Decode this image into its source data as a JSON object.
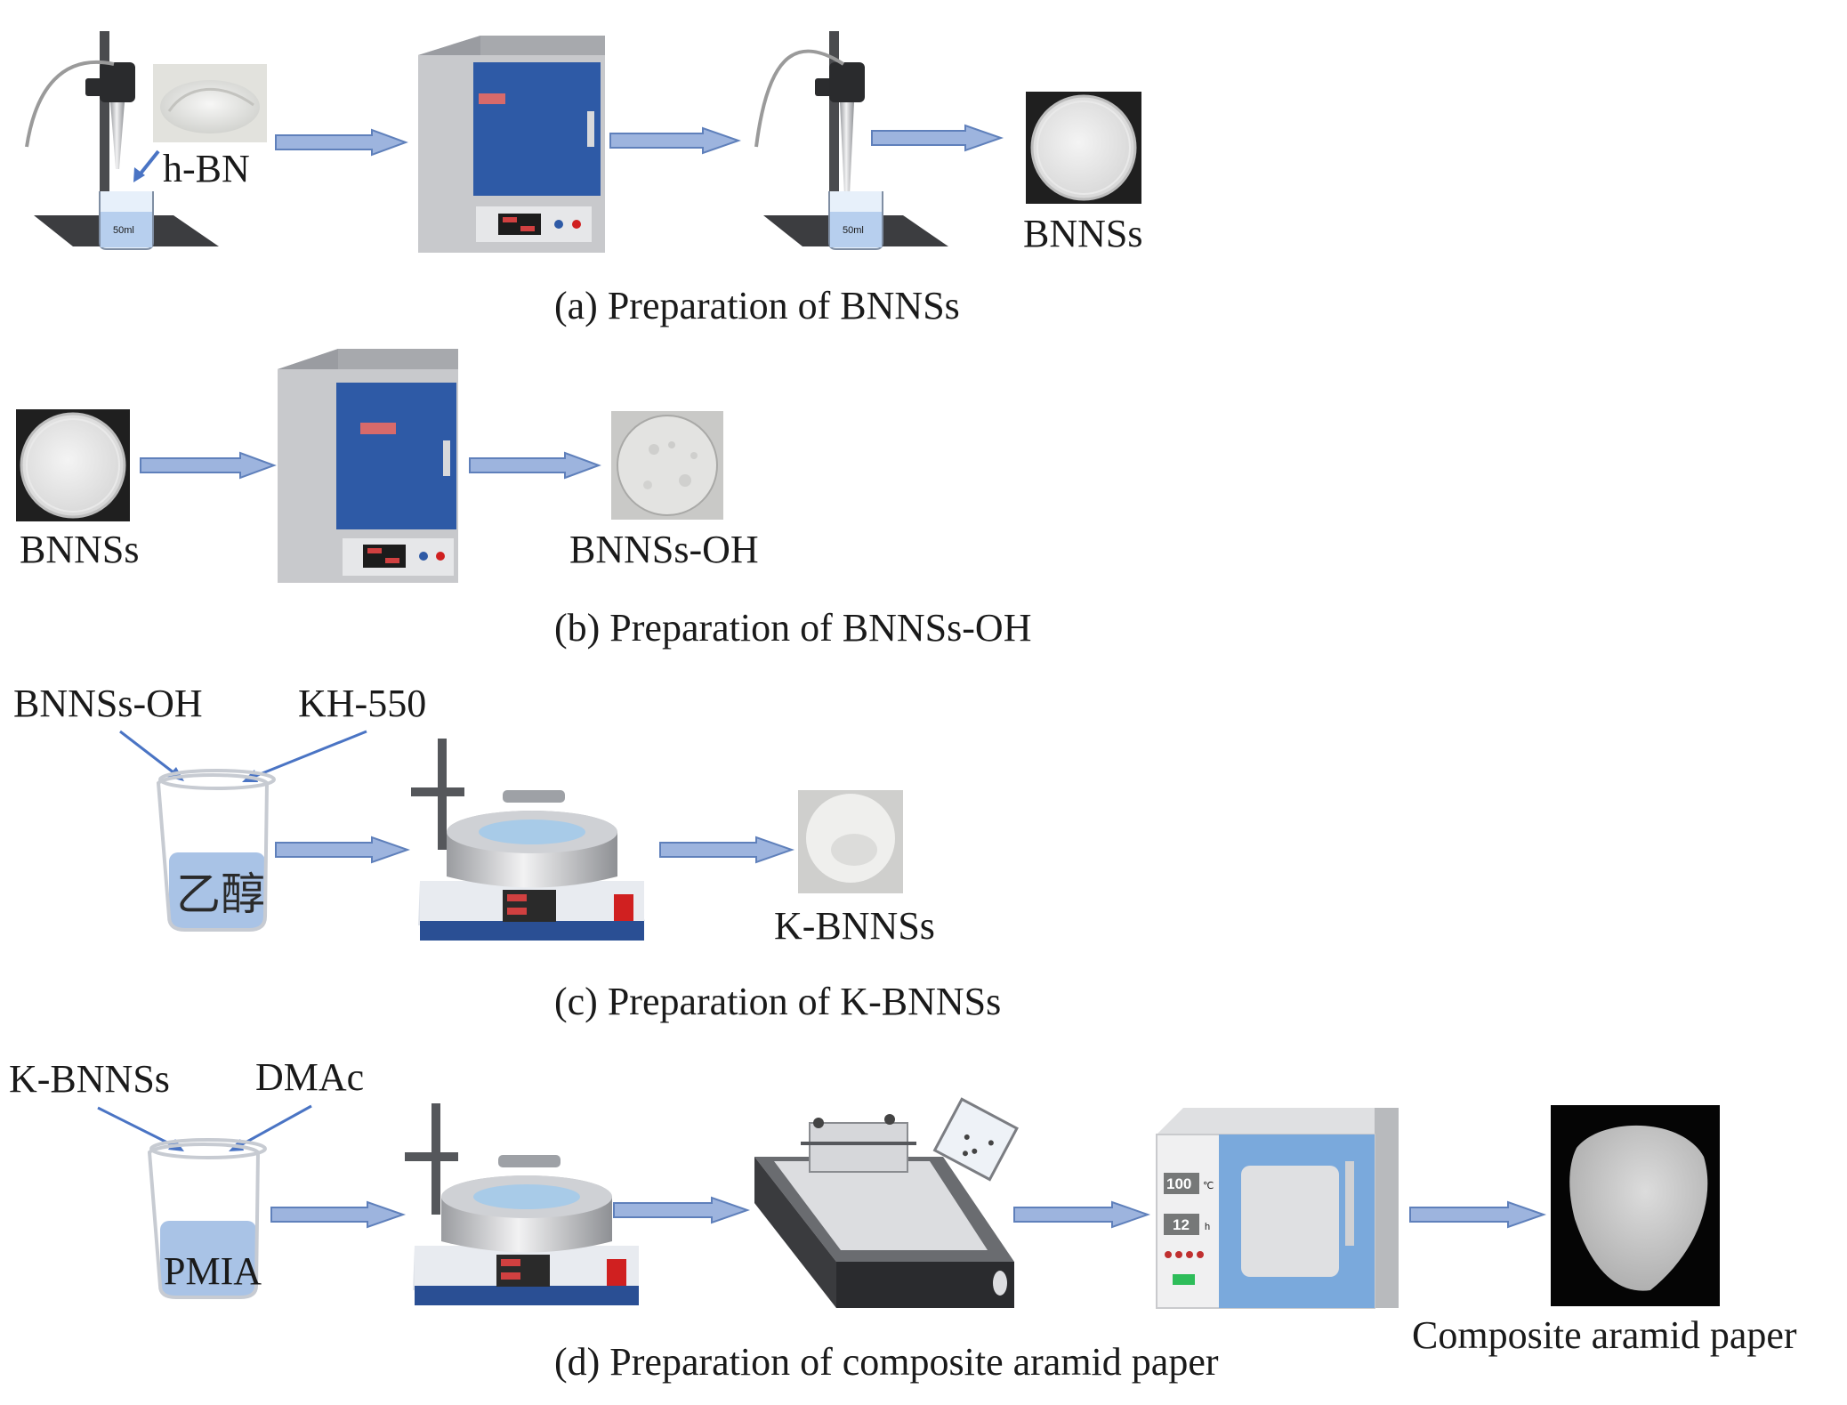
{
  "colors": {
    "arrow_fill": "#9db4de",
    "arrow_stroke": "#5f80bb",
    "pointer_arrow": "#4a74c4",
    "furnace_blue": "#2e5aa6",
    "furnace_gray": "#c8c9cc",
    "liquid_blue": "#a9c3e6",
    "oven_door": "#7aa9dc"
  },
  "icons": {
    "sonicator": "ultrasonic-probe-icon",
    "furnace": "muffle-furnace-icon",
    "stirrer": "magnetic-stirrer-icon",
    "beaker": "beaker-icon",
    "coater": "film-applicator-icon",
    "oven": "drying-oven-icon",
    "dish": "petri-dish-icon"
  },
  "panel_a": {
    "label_hbn": "h-BN",
    "beaker_volume": "50ml",
    "beaker_volume_2": "50ml",
    "label_bnnss": "BNNSs",
    "caption": "(a)  Preparation of  BNNSs"
  },
  "panel_b": {
    "label_bnnss": "BNNSs",
    "label_bnnss_oh": "BNNSs-OH",
    "caption": "(b)  Preparation of  BNNSs-OH"
  },
  "panel_c": {
    "label_bnnss_oh": "BNNSs-OH",
    "label_kh550": "KH-550",
    "solvent": "乙醇",
    "label_kbnnss": "K-BNNSs",
    "caption": "(c)  Preparation of  K-BNNSs"
  },
  "panel_d": {
    "label_kbnnss": "K-BNNSs",
    "label_dmac": "DMAc",
    "solvent": "PMIA",
    "oven_temp": "100",
    "oven_temp_unit": "℃",
    "oven_time": "12",
    "oven_time_unit": "h",
    "label_paper": "Composite aramid paper",
    "caption": "(d)  Preparation of composite aramid paper"
  }
}
